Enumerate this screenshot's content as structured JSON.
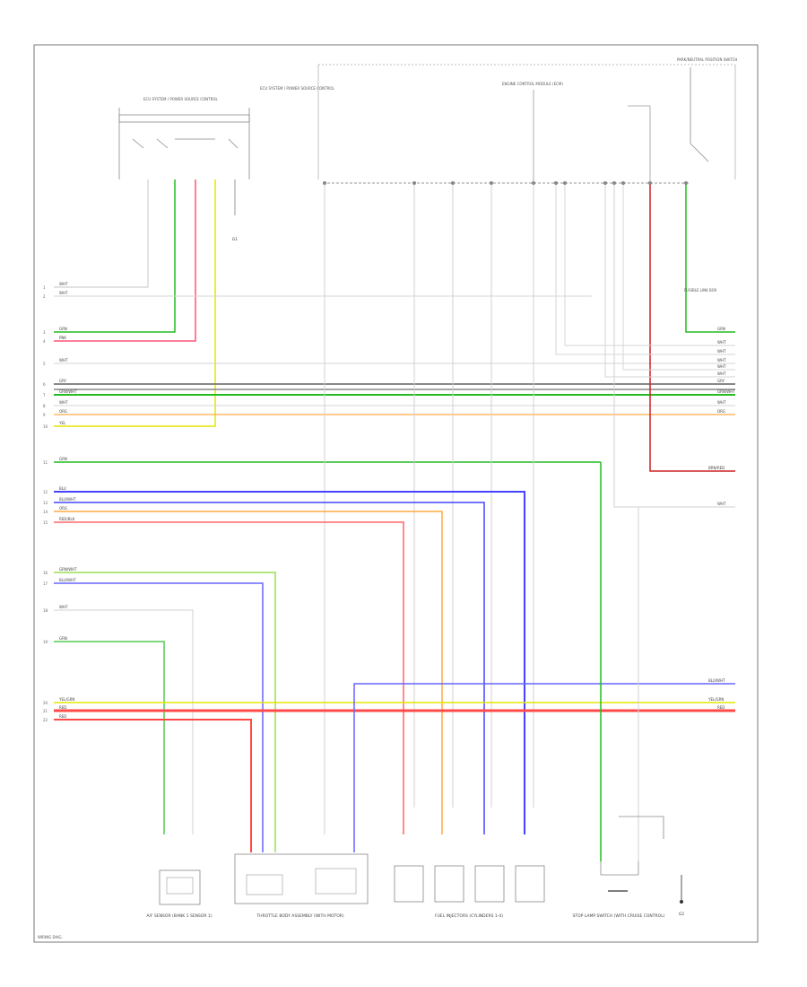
{
  "diagram": {
    "corner_label": "WIRING DIAG.",
    "colors": {
      "wht": "#c8c8c8",
      "grn": "#22bb22",
      "red": "#ff4a4a",
      "pnk": "#ff7aa0",
      "ylw": "#e6e600",
      "org": "#ffaa44",
      "blu": "#4444ff",
      "gry": "#888888",
      "brn_red": "#cc2222"
    },
    "components": {
      "left_top_switch": "ECU SYSTEM / POWER SOURCE CONTROL",
      "top_right_relay": "PARK/NEUTRAL POSITION SWITCH",
      "center_ecu": "ENGINE CONTROL MODULE (ECM)",
      "far_right_fuse": "FUSIBLE LINK BOX",
      "bottom_sensor_left": "A/F SENSOR (BANK 1 SENSOR 1)",
      "bottom_throttle": "THROTTLE BODY ASSEMBLY (WITH MOTOR)",
      "bottom_injectors": "FUEL INJECTORS (CYLINDERS 1-4)",
      "bottom_switch_right": "STOP LAMP SWITCH (WITH CRUISE CONTROL)",
      "ground_g1": "G1",
      "ground_g2": "G2"
    },
    "wire_labels": {
      "wht": "WHT",
      "grn": "GRN",
      "red": "RED",
      "pnk": "PNK",
      "ylw": "YEL",
      "org": "ORG",
      "blu": "BLU",
      "gry": "GRY",
      "brn_red": "BRN/RED",
      "grn_wht": "GRN/WHT",
      "blu_wht": "BLU/WHT",
      "ylw_grn": "YEL/GRN",
      "red_blk": "RED/BLK"
    }
  }
}
